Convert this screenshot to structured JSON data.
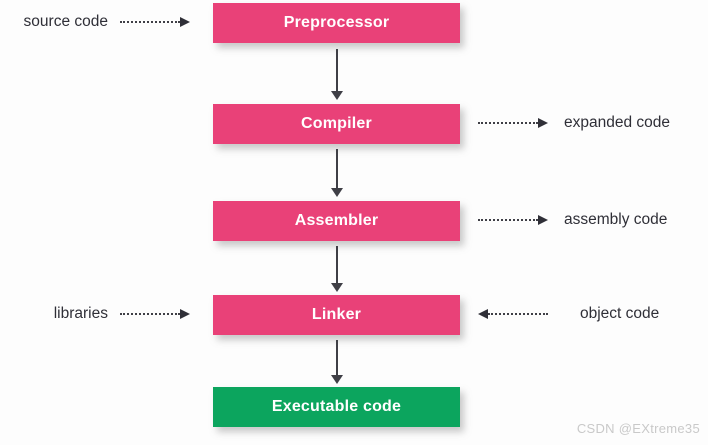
{
  "theme": {
    "background": "#fdfdfd",
    "box_pink": "#e94178",
    "box_green": "#0ca55e",
    "box_text": "#ffffff",
    "label_text": "#2f2f37",
    "arrow_color": "#3f3f46",
    "watermark_color": "#c9c9c9"
  },
  "diagram": {
    "type": "flowchart",
    "topic": "compilation pipeline",
    "nodes": [
      {
        "label": "Preprocessor",
        "kind": "stage",
        "color": "#e94178"
      },
      {
        "label": "Compiler",
        "kind": "stage",
        "color": "#e94178"
      },
      {
        "label": "Assembler",
        "kind": "stage",
        "color": "#e94178"
      },
      {
        "label": "Linker",
        "kind": "stage",
        "color": "#e94178"
      },
      {
        "label": "Executable code",
        "kind": "output",
        "color": "#0ca55e"
      }
    ],
    "edges": [
      {
        "from": "Preprocessor",
        "to": "Compiler",
        "style": "solid-down"
      },
      {
        "from": "Compiler",
        "to": "Assembler",
        "style": "solid-down"
      },
      {
        "from": "Assembler",
        "to": "Linker",
        "style": "solid-down"
      },
      {
        "from": "Linker",
        "to": "Executable code",
        "style": "solid-down"
      }
    ],
    "side_labels": {
      "source": {
        "text": "source code",
        "target": "Preprocessor",
        "side": "left",
        "direction": "into-node"
      },
      "expanded": {
        "text": "expanded code",
        "target": "Compiler",
        "side": "right",
        "direction": "out-of-node"
      },
      "assembly": {
        "text": "assembly code",
        "target": "Assembler",
        "side": "right",
        "direction": "out-of-node"
      },
      "libraries": {
        "text": "libraries",
        "target": "Linker",
        "side": "left",
        "direction": "into-node"
      },
      "object": {
        "text": "object code",
        "target": "Linker",
        "side": "right",
        "direction": "into-node"
      }
    },
    "watermark": "CSDN @EXtreme35"
  }
}
